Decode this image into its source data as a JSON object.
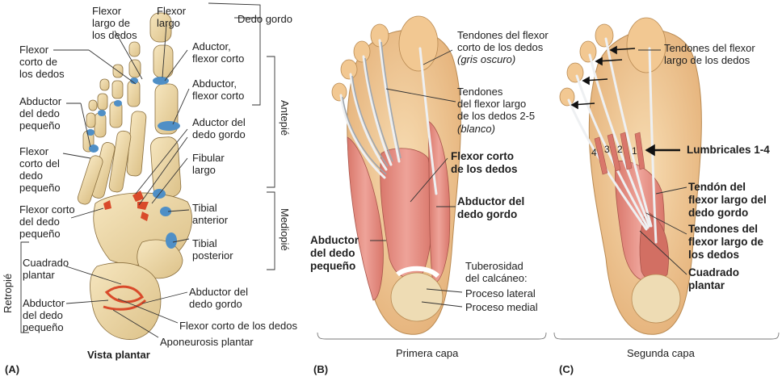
{
  "panel_a": {
    "letter": "(A)",
    "caption": "Vista plantar",
    "labels": {
      "flexor_largo_dedos": "Flexor\nlargo de\nlos dedos",
      "flexor_largo": "Flexor\nlargo",
      "dedo_gordo": "Dedo gordo",
      "flexor_corto_dedos": "Flexor\ncorto de\nlos dedos",
      "aductor_flexor_corto": "Aductor,\nflexor corto",
      "abductor_flexor_corto": "Abductor,\nflexor corto",
      "abductor_dedo_pequeno_top": "Abductor\ndel dedo\npequeño",
      "aductor_dedo_gordo": "Aductor del\ndedo gordo",
      "flexor_corto_dedo_pequeno": "Flexor\ncorto del\ndedo\npequeño",
      "fibular_largo": "Fibular\nlargo",
      "flexor_corto_dedo_pequeno_2": "Flexor corto\ndel dedo\npequeño",
      "tibial_anterior": "Tibial\nanterior",
      "tibial_posterior": "Tibial\nposterior",
      "cuadrado_plantar": "Cuadrado\nplantar",
      "abductor_dedo_gordo": "Abductor del\ndedo gordo",
      "abductor_dedo_pequeno_bottom": "Abductor\ndel dedo\npequeño",
      "flexor_corto_de_los_dedos": "Flexor corto de los dedos",
      "aponeurosis_plantar": "Aponeurosis plantar"
    },
    "regions": {
      "antepie": "Antepié",
      "mediopie": "Mediopié",
      "retropie": "Retropié"
    }
  },
  "panel_b": {
    "letter": "(B)",
    "caption": "Primera capa",
    "labels": {
      "tendones_flexor_corto": "Tendones del flexor\ncorto de los dedos",
      "gris_oscuro": "(gris oscuro)",
      "tendones_flexor_largo": "Tendones\ndel flexor largo\nde los dedos 2-5",
      "blanco": "(blanco)",
      "flexor_corto_de_los_dedos": "Flexor corto\nde los dedos",
      "abductor_del_dedo_gordo": "Abductor del\ndedo gordo",
      "abductor_del_dedo_pequeno": "Abductor\ndel dedo\npequeño",
      "tuberosidad": "Tuberosidad\ndel calcáneo:",
      "proceso_lateral": "Proceso lateral",
      "proceso_medial": "Proceso medial"
    }
  },
  "panel_c": {
    "letter": "(C)",
    "caption": "Segunda capa",
    "labels": {
      "tendones_flexor_largo": "Tendones del flexor\nlargo de los dedos",
      "lumbricales": "Lumbricales 1-4",
      "tendon_flexor_largo_dedo_gordo": "Tendón del\nflexor largo del\ndedo gordo",
      "tendones_flexor_largo_dedos": "Tendones del\nflexor largo de\nlos dedos",
      "cuadrado_plantar": "Cuadrado\nplantar"
    },
    "lumbrical_numbers": [
      "4",
      "3",
      "2",
      "1"
    ]
  },
  "colors": {
    "bone": "#efdcae",
    "bone_shade": "#d9bf85",
    "muscle": "#de8c80",
    "muscle_dark": "#c96b60",
    "tendon": "#eef0f2",
    "tendon_grey": "#9ea6ae",
    "skin": "#f2c892",
    "blue_insertion": "#4f8fc6",
    "red_origin": "#d94a2a"
  }
}
